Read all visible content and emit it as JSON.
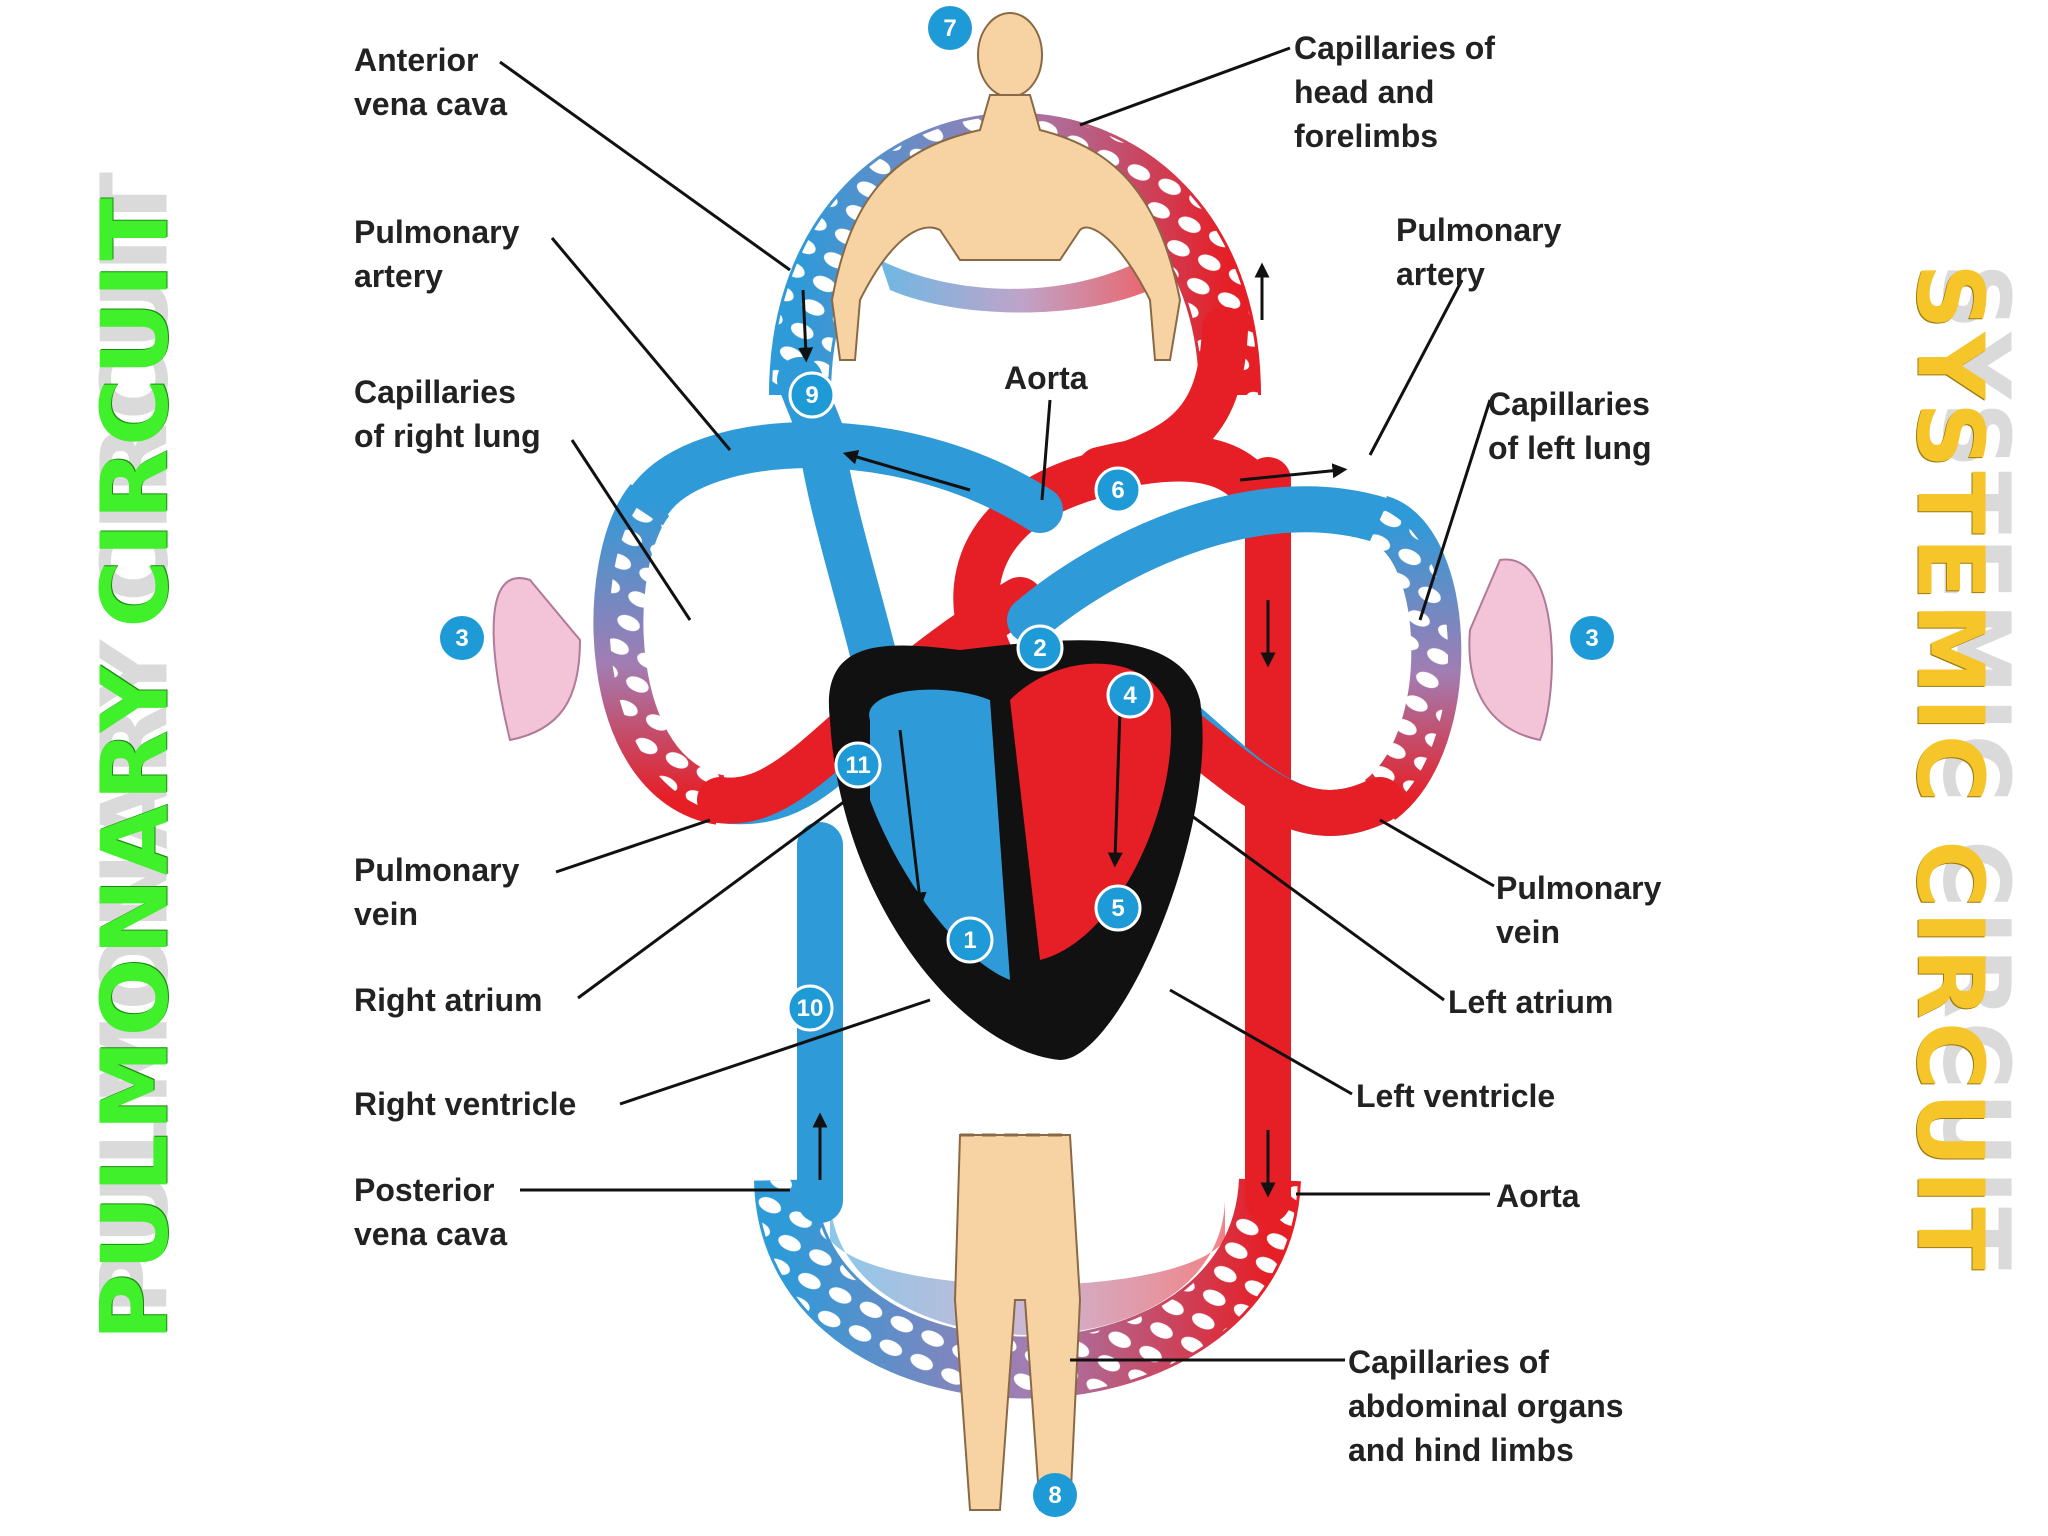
{
  "titles": {
    "pulmonary": "PULMONARY CIRCUIT",
    "systemic": "SYSTEMIC CIRCUIT"
  },
  "labels": {
    "anterior_vena_cava": [
      "Anterior",
      "vena cava"
    ],
    "capillaries_head": [
      "Capillaries of",
      "head and",
      "forelimbs"
    ],
    "pulmonary_artery_right": [
      "Pulmonary",
      "artery"
    ],
    "pulmonary_artery_left": [
      "Pulmonary",
      "artery"
    ],
    "capillaries_right_lung": [
      "Capillaries",
      "of right lung"
    ],
    "aorta_top": [
      "Aorta"
    ],
    "capillaries_left_lung": [
      "Capillaries",
      "of left lung"
    ],
    "pulmonary_vein_right": [
      "Pulmonary",
      "vein"
    ],
    "pulmonary_vein_left": [
      "Pulmonary",
      "vein"
    ],
    "right_atrium": [
      "Right atrium"
    ],
    "left_atrium": [
      "Left atrium"
    ],
    "right_ventricle": [
      "Right ventricle"
    ],
    "left_ventricle": [
      "Left ventricle"
    ],
    "posterior_vena_cava": [
      "Posterior",
      "vena cava"
    ],
    "aorta_bottom": [
      "Aorta"
    ],
    "capillaries_abdominal": [
      "Capillaries of",
      "abdominal organs",
      "and hind limbs"
    ]
  },
  "markers": [
    "1",
    "2",
    "3",
    "3",
    "4",
    "5",
    "6",
    "7",
    "8",
    "9",
    "10",
    "11"
  ],
  "colors": {
    "vein_blue": "#2f9ad8",
    "artery_red": "#e61e25",
    "heart_black": "#111111",
    "skin": "#f7d3a4",
    "lung_pink": "#f3c4d8",
    "marker_blue": "#1e9ad6",
    "pulmonary_title": "#3ff02a",
    "systemic_title": "#f5c52a"
  }
}
